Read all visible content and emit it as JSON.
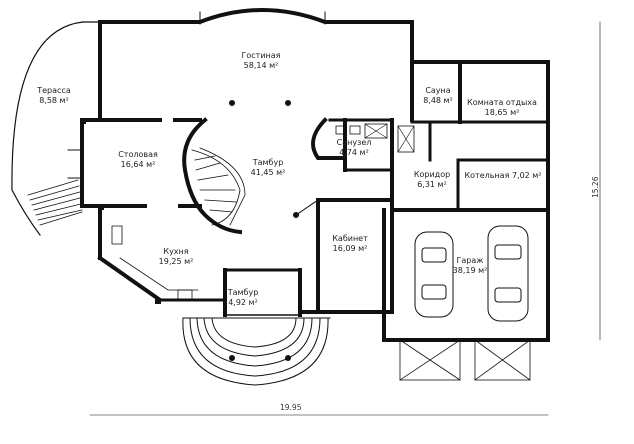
{
  "rooms": {
    "living": {
      "name": "Гостиная",
      "area": "58,14 м²"
    },
    "terrace": {
      "name": "Терасса",
      "area": "8,58 м²"
    },
    "sauna": {
      "name": "Сауна",
      "area": "8,48 м²"
    },
    "rest": {
      "name": "Комната отдыха",
      "area": "18,65 м²"
    },
    "dining": {
      "name": "Столовая",
      "area": "16,64 м²"
    },
    "bath": {
      "name": "Санузел",
      "area": "4,74 м²"
    },
    "hall": {
      "name": "Тамбур",
      "area": "41,45 м²"
    },
    "corridor": {
      "name": "Коридор",
      "area": "6,31 м²"
    },
    "boiler": {
      "name": "Котельная",
      "area": "7,02 м²"
    },
    "kitchen": {
      "name": "Кухня",
      "area": "19,25 м²"
    },
    "study": {
      "name": "Кабинет",
      "area": "16,09 м²"
    },
    "garage": {
      "name": "Гараж",
      "area": "38,19 м²"
    },
    "vestibule": {
      "name": "Тамбур",
      "area": "4,92 м²"
    }
  },
  "dimensions": {
    "width": "19.95",
    "height": "15.26"
  }
}
